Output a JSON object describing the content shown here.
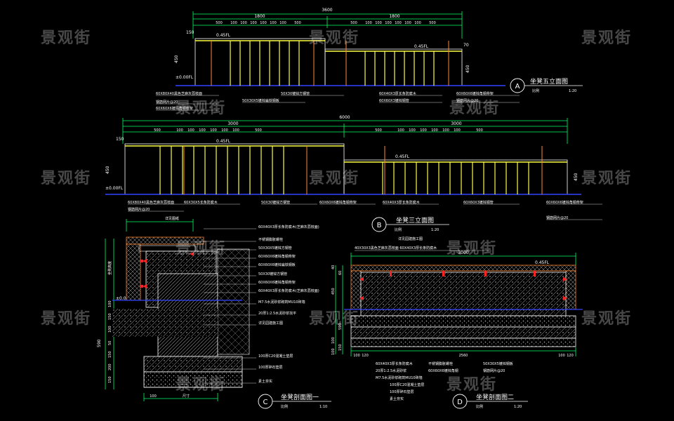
{
  "colors": {
    "background": "#000000",
    "dim": "#00ff66",
    "yellow": "#ffff44",
    "white": "#ffffff",
    "blue": "#3344ff",
    "red": "#ff2222",
    "orange": "#ff8833",
    "green_text": "#33ff66"
  },
  "watermark": "景观街",
  "view_a": {
    "marker": "A",
    "title": "坐凳五立面图",
    "scale_label": "比例",
    "scale": "1:20",
    "total_dim": "3600",
    "half_dims": [
      "1800",
      "1800"
    ],
    "sub_dims_left": [
      "500",
      "100",
      "100",
      "100",
      "100",
      "100",
      "100",
      "500"
    ],
    "sub_dims_right": [
      "500",
      "100",
      "100",
      "100",
      "100",
      "100",
      "100",
      "500"
    ],
    "height_dim": "450",
    "left_dim": "150",
    "level_left": "±0.00FL",
    "level_top_left": "0.45FL",
    "level_top_right": "0.45FL",
    "right_dim": "70",
    "notes": [
      "60X80X40黑色芝麻灰荔枝面",
      "钢筋网片@20",
      "60X60X6镀锌角钢骨架",
      "50X30镀锌方钢管",
      "50X30X5镀锌扁铁钢板",
      "60X40X3厚长条防腐木",
      "60X60X3镀锌钢管",
      "60X60X6镀锌角钢骨架",
      "钢筋网片@20"
    ]
  },
  "view_b": {
    "marker": "B",
    "title": "坐凳三立面图",
    "scale_label": "比例",
    "scale": "1:20",
    "total_dim": "6000",
    "half_dims": [
      "3000",
      "3000"
    ],
    "sub_dims": [
      "500",
      "100",
      "100",
      "100",
      "100",
      "100",
      "100",
      "500"
    ],
    "height_dim": "450",
    "left_dim": "150",
    "level_left": "±0.00FL",
    "level_top_left": "0.45FL",
    "level_top_right": "0.45FL",
    "right_dim": "450",
    "notes": [
      "60X80X40黑色芝麻灰荔枝面",
      "钢筋网片@20",
      "60X30X5长条防腐木",
      "50X30镀锌方钢管",
      "60X60X6镀锌角钢骨架",
      "60X40X3厚长条防腐木",
      "60X60X3镀锌钢管",
      "60X60X6镀锌角钢骨架",
      "钢筋网片@20"
    ]
  },
  "view_c": {
    "marker": "C",
    "title": "坐凳剖面图一",
    "scale_label": "比例",
    "scale": "1:10",
    "top_dim": "详见图纸",
    "side_label": "坐凳高度",
    "level": "±0.00FL",
    "dims_left": [
      "100",
      "150",
      "100",
      "50",
      "150",
      "200",
      "150"
    ],
    "dims_right": [
      "100",
      "150"
    ],
    "bottom_dims": [
      "100",
      "尺寸"
    ],
    "height_total": "590",
    "notes": [
      "60X40X3厚长条防腐木(芝麻灰荔枝面)",
      "不锈钢膨胀螺栓",
      "50X30X5镀锌方钢管",
      "60X60X6镀锌角钢骨架",
      "60X60X6镀锌扁铁钢板",
      "50X30镀锌方钢管",
      "60X60X6镀锌角钢骨架",
      "60X40X3厚长条防腐木(芝麻灰荔枝面)",
      "M7.5水泥砂浆砌筑MU10砖墙",
      "20厚1:2.5水泥砂浆找平",
      "详见园建施工图",
      "100厚C20混凝土垫层",
      "100厚碎石垫层",
      "素土夯实"
    ]
  },
  "view_d": {
    "marker": "D",
    "title": "坐凳剖面图二",
    "scale_label": "比例",
    "scale": "1:20",
    "top_dim": "3000",
    "bottom_dims": [
      "100",
      "120",
      "2560",
      "100",
      "120"
    ],
    "level_top": "0.45FL",
    "dims_left": [
      "40",
      "60",
      "450",
      "590",
      "100",
      "150",
      "100"
    ],
    "notes_top": [
      "详见园建施工图",
      "40X30X3黑色芝麻灰荔枝面 60X40X3厚长条防腐木"
    ],
    "notes_bottom": [
      "60X40X3厚长条防腐木",
      "20厚1:2.5水泥砂浆",
      "M7.5水泥砂浆砌筑MU10砖墙",
      "100厚C20混凝土垫层",
      "100厚碎石垫层",
      "素土夯实",
      "不锈钢膨胀螺栓",
      "60X60X6镀锌角钢",
      "50X30X5镀锌钢板",
      "钢筋网片@20"
    ]
  }
}
